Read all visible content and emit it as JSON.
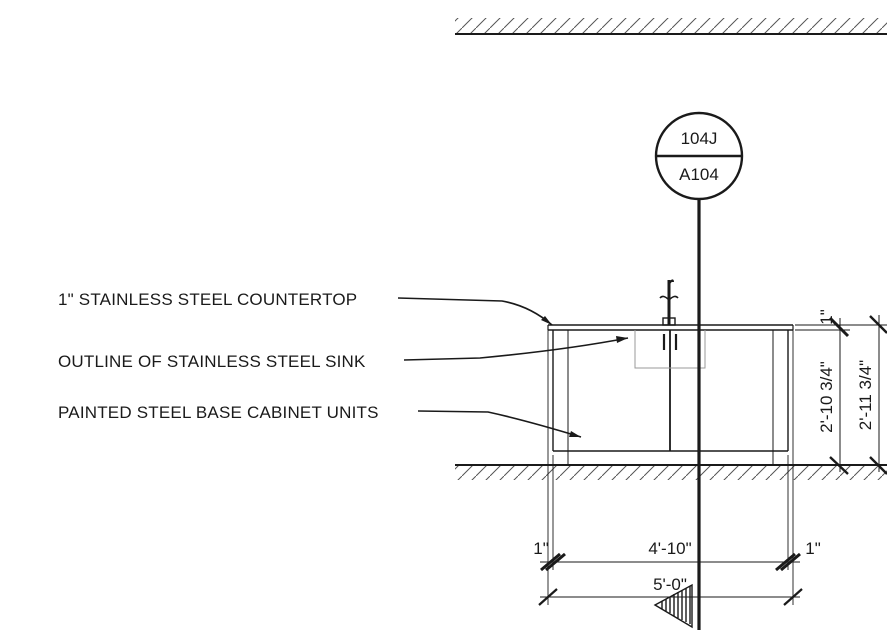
{
  "callouts": {
    "countertop": "1\" STAINLESS STEEL COUNTERTOP",
    "sink": "OUTLINE OF STAINLESS STEEL SINK",
    "cabinet": "PAINTED STEEL BASE CABINET UNITS"
  },
  "section_tag": {
    "detail": "104J",
    "sheet": "A104"
  },
  "dimensions": {
    "left_offset": "1\"",
    "cabinet_width": "4'-10\"",
    "right_offset": "1\"",
    "overall_width": "5'-0\"",
    "top_thickness": "1\"",
    "cabinet_height": "2'-10 3/4\"",
    "overall_height": "2'-11 3/4\""
  },
  "icons": [
    "section-arrow-icon",
    "faucet-icon"
  ],
  "colors": {
    "line": "#1a1a1a",
    "light_line": "#999999",
    "background": "#ffffff"
  }
}
